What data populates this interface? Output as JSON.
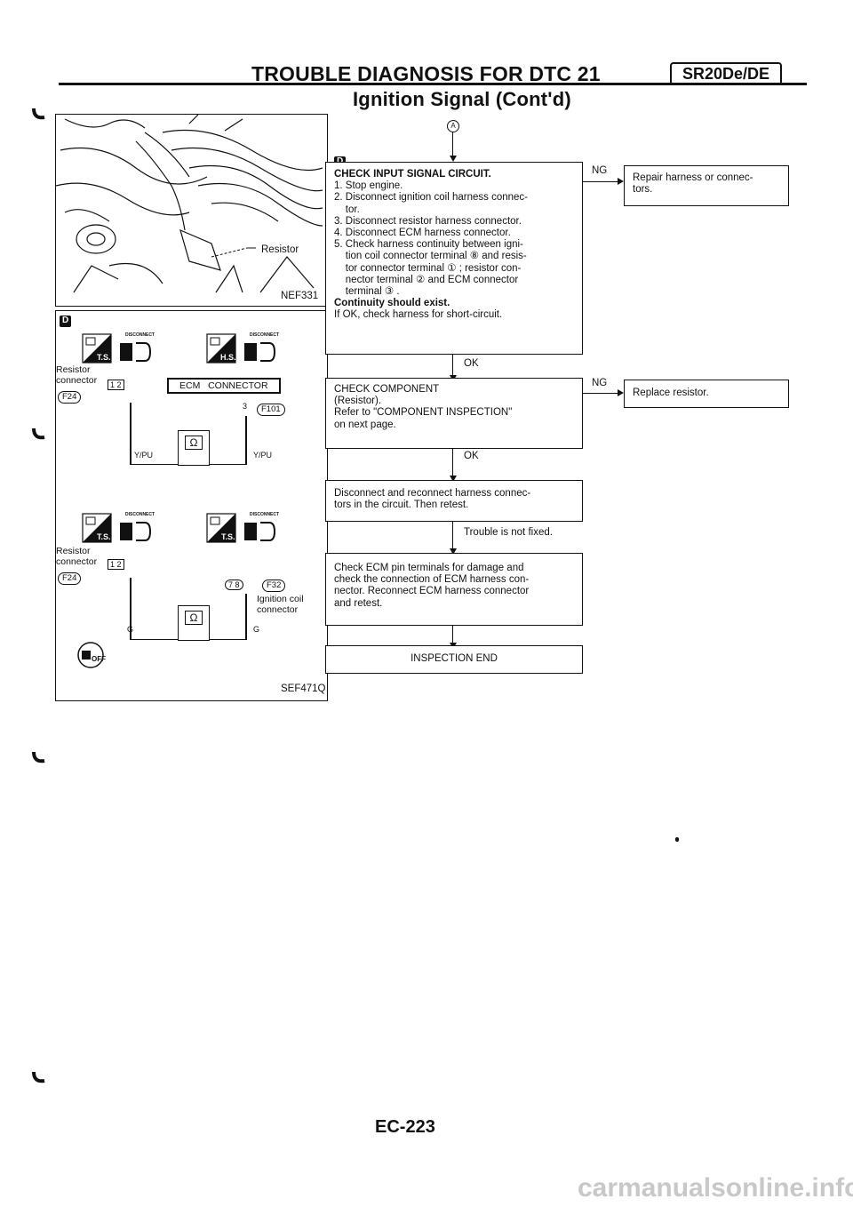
{
  "header": {
    "title": "TROUBLE DIAGNOSIS FOR DTC 21",
    "badge": "SR20De/DE",
    "subtitle": "Ignition Signal (Cont'd)"
  },
  "figure_top": {
    "resistor_label": "Resistor",
    "code": "NEF331"
  },
  "figure_bottom": {
    "disconnect": "DISCONNECT",
    "ts": "T.S.",
    "hs": "H.S.",
    "resistor_connector_1": "Resistor\nconnector",
    "connector_pins": "1 2",
    "f24": "F24",
    "ecm_connector": "ECM   CONNECTOR",
    "pin3": "3",
    "f101": "F101",
    "wire_ypu_left": "Y/PU",
    "wire_ypu_right": "Y/PU",
    "ohm": "Ω",
    "resistor_connector_2": "Resistor\nconnector",
    "pins_78": "7 8",
    "f32": "F32",
    "ignition_coil": "Ignition coil\nconnector",
    "wire_g_left": "G",
    "wire_g_right": "G",
    "off": "OFF",
    "code": "SEF471Q"
  },
  "flow": {
    "entry": "A",
    "box1": {
      "title": "CHECK INPUT SIGNAL CIRCUIT.",
      "lines": [
        "1. Stop engine.",
        "2. Disconnect ignition coil harness connec-",
        "    tor.",
        "3. Disconnect resistor harness connector.",
        "4. Disconnect ECM harness connector.",
        "5. Check harness continuity between igni-",
        "    tion coil connector terminal ⑧ and resis-",
        "    tor connector terminal ① ; resistor con-",
        "    nector terminal ② and ECM connector",
        "    terminal ③ ."
      ],
      "bold": "Continuity should exist.",
      "last": "If OK, check harness for short-circuit."
    },
    "ng1": "NG",
    "side1": "Repair harness or connec-\ntors.",
    "ok1": "OK",
    "box2": "CHECK COMPONENT\n(Resistor).\nRefer to \"COMPONENT INSPECTION\"\non next page.",
    "ng2": "NG",
    "side2": "Replace resistor.",
    "ok2": "OK",
    "box3": "Disconnect and reconnect harness connec-\ntors in the circuit. Then retest.",
    "trouble": "Trouble is not fixed.",
    "box4": "Check ECM pin terminals for damage and\ncheck the connection of ECM harness con-\nnector. Reconnect ECM harness connector\nand retest.",
    "box5": "INSPECTION END"
  },
  "footer": {
    "page": "EC-223",
    "watermark": "carmanualsonline.info"
  }
}
